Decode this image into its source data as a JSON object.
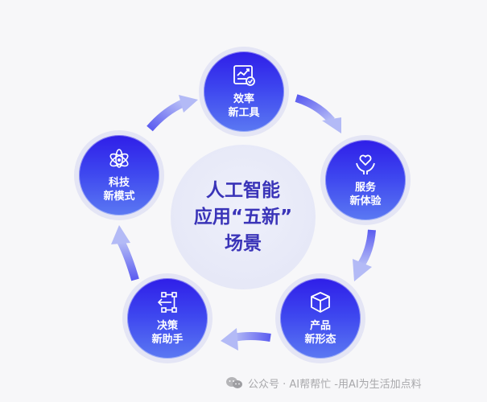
{
  "center": {
    "lines": [
      "人工智能",
      "应用“五新”",
      "场景"
    ]
  },
  "nodes": [
    {
      "id": "efficiency",
      "icon": "chart-check-icon",
      "line1": "效率",
      "line2": "新工具"
    },
    {
      "id": "service",
      "icon": "heart-hands-icon",
      "line1": "服务",
      "line2": "新体验"
    },
    {
      "id": "product",
      "icon": "cube-icon",
      "line1": "产品",
      "line2": "新形态"
    },
    {
      "id": "decision",
      "icon": "flow-nodes-icon",
      "line1": "决策",
      "line2": "新助手"
    },
    {
      "id": "tech",
      "icon": "atom-icon",
      "line1": "科技",
      "line2": "新模式"
    }
  ],
  "footer": {
    "icon": "wechat-icon",
    "text": "公众号 · AI帮帮忙 -用AI为生活加点料"
  },
  "colors": {
    "node_top": "#2f1ee8",
    "node_bottom": "#5b79f2",
    "center_text": "#3a34b8",
    "center_bg": "#e6e8f7",
    "arrow_start": "#5b5cf0",
    "arrow_end": "#b6bdf6",
    "background": "#f7f7f9"
  }
}
